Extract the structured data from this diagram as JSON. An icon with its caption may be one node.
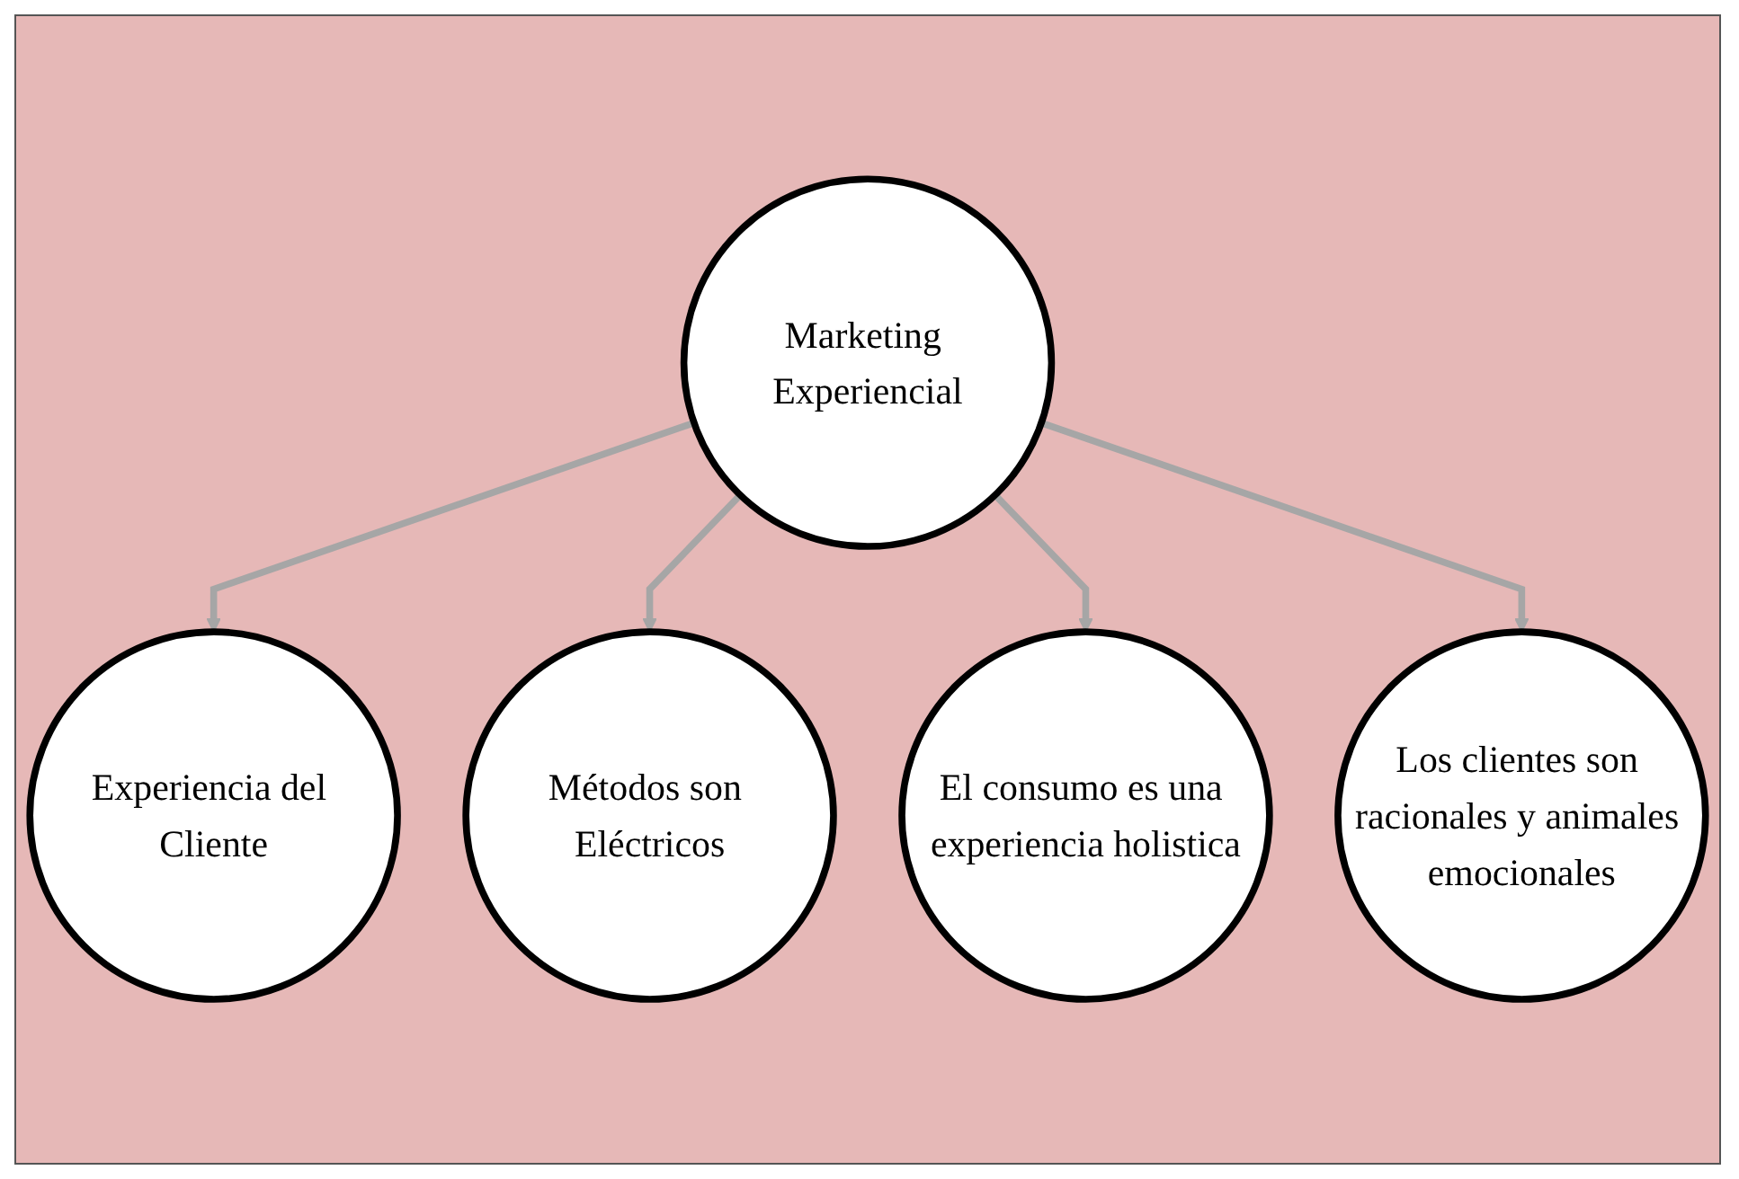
{
  "diagram": {
    "nodes": [
      {
        "text": [
          "Experiencia del Cliente"
        ]
      },
      {
        "text": [
          "Métodos son Eléctricos"
        ]
      },
      {
        "text": [
          "Marketing Experiencial"
        ]
      },
      {
        "text": [
          "El consumo es una experiencia holistica"
        ]
      },
      {
        "text": [
          "Los clientes son racionales y animales emocionales"
        ]
      }
    ],
    "edges": [
      {
        "from": 2,
        "to": 0,
        "arrow": "to"
      },
      {
        "from": 2,
        "to": 1,
        "arrow": "to"
      },
      {
        "from": 2,
        "to": 3,
        "arrow": "to"
      },
      {
        "from": 2,
        "to": 4,
        "arrow": "to"
      }
    ]
  }
}
